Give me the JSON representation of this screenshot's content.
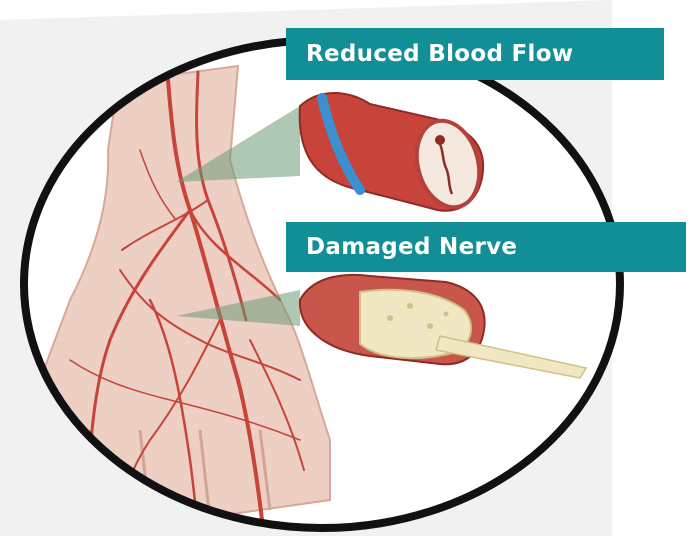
{
  "labels": {
    "reduced_blood_flow": "Reduced Blood Flow",
    "damaged_nerve": "Damaged Nerve"
  },
  "colors": {
    "label_background": "#128e96",
    "label_text": "#ffffff",
    "circle_outline": "#111111",
    "background_gray": "#f1f1f1",
    "skin": "#edcfc4",
    "vessel_red": "#c8443a",
    "vein_blue": "#3c8fd0",
    "pointer_green": "#6b9a77",
    "nerve_yellow": "#f1e7c2"
  },
  "icons": [
    "foot-illustration",
    "artery-cross-section-icon",
    "nerve-cross-section-icon"
  ]
}
